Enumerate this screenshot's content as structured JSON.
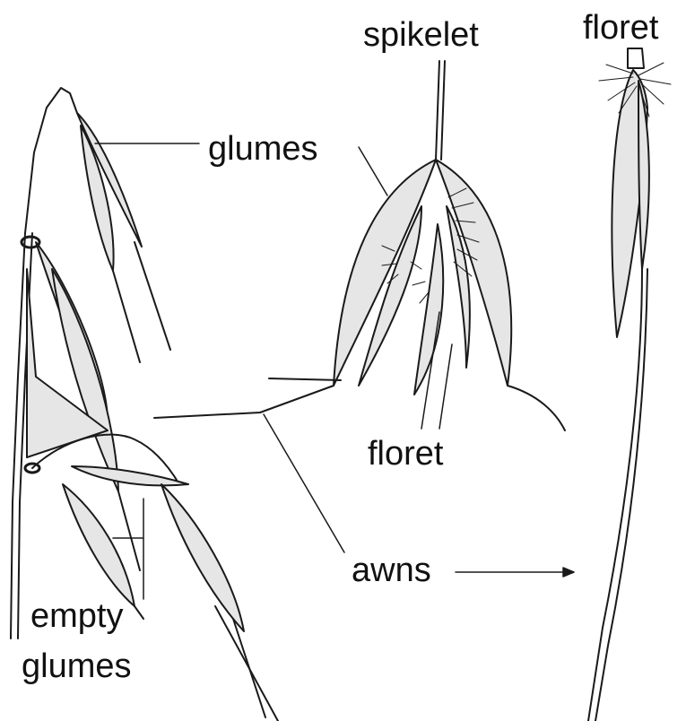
{
  "labels": {
    "spikelet": "spikelet",
    "floret_top": "floret",
    "glumes": "glumes",
    "floret_mid": "floret",
    "awns": "awns",
    "empty_glumes_line1": "empty",
    "empty_glumes_line2": "glumes"
  },
  "colors": {
    "ink": "#1a1a1a",
    "fill": "#e6e6e6",
    "background": "#ffffff"
  }
}
